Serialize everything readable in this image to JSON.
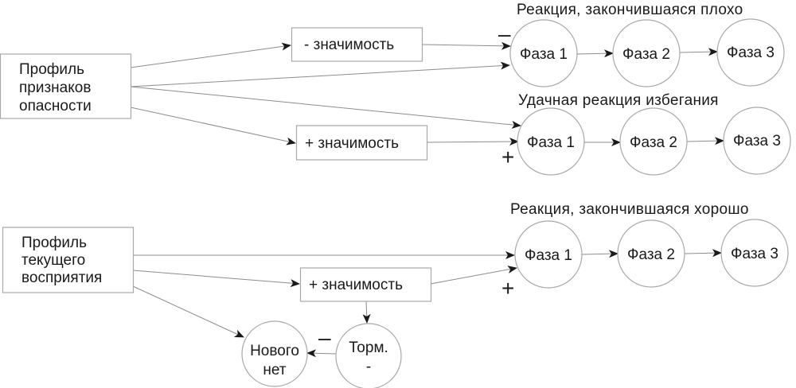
{
  "diagram": {
    "boxes": {
      "danger_profile": [
        "Профиль",
        "признаков",
        "опасности"
      ],
      "current_profile": [
        "Профиль",
        "текущего",
        "восприятия"
      ],
      "neg_significance": "- значимость",
      "pos_significance_top": "+ значимость",
      "pos_significance_bottom": "+ значимость"
    },
    "titles": {
      "bad_reaction": "Реакция, закончившаяся плохо",
      "avoidance_reaction": "Удачная реакция избегания",
      "good_reaction": "Реакция, закончившаяся хорошо"
    },
    "phases": [
      "Фаза 1",
      "Фаза 2",
      "Фаза 3"
    ],
    "inhibition_node": [
      "Торм.",
      "-"
    ],
    "nothing_new_node": [
      "Нового",
      "нет"
    ],
    "signs": {
      "minus": "–",
      "plus": "+"
    }
  }
}
